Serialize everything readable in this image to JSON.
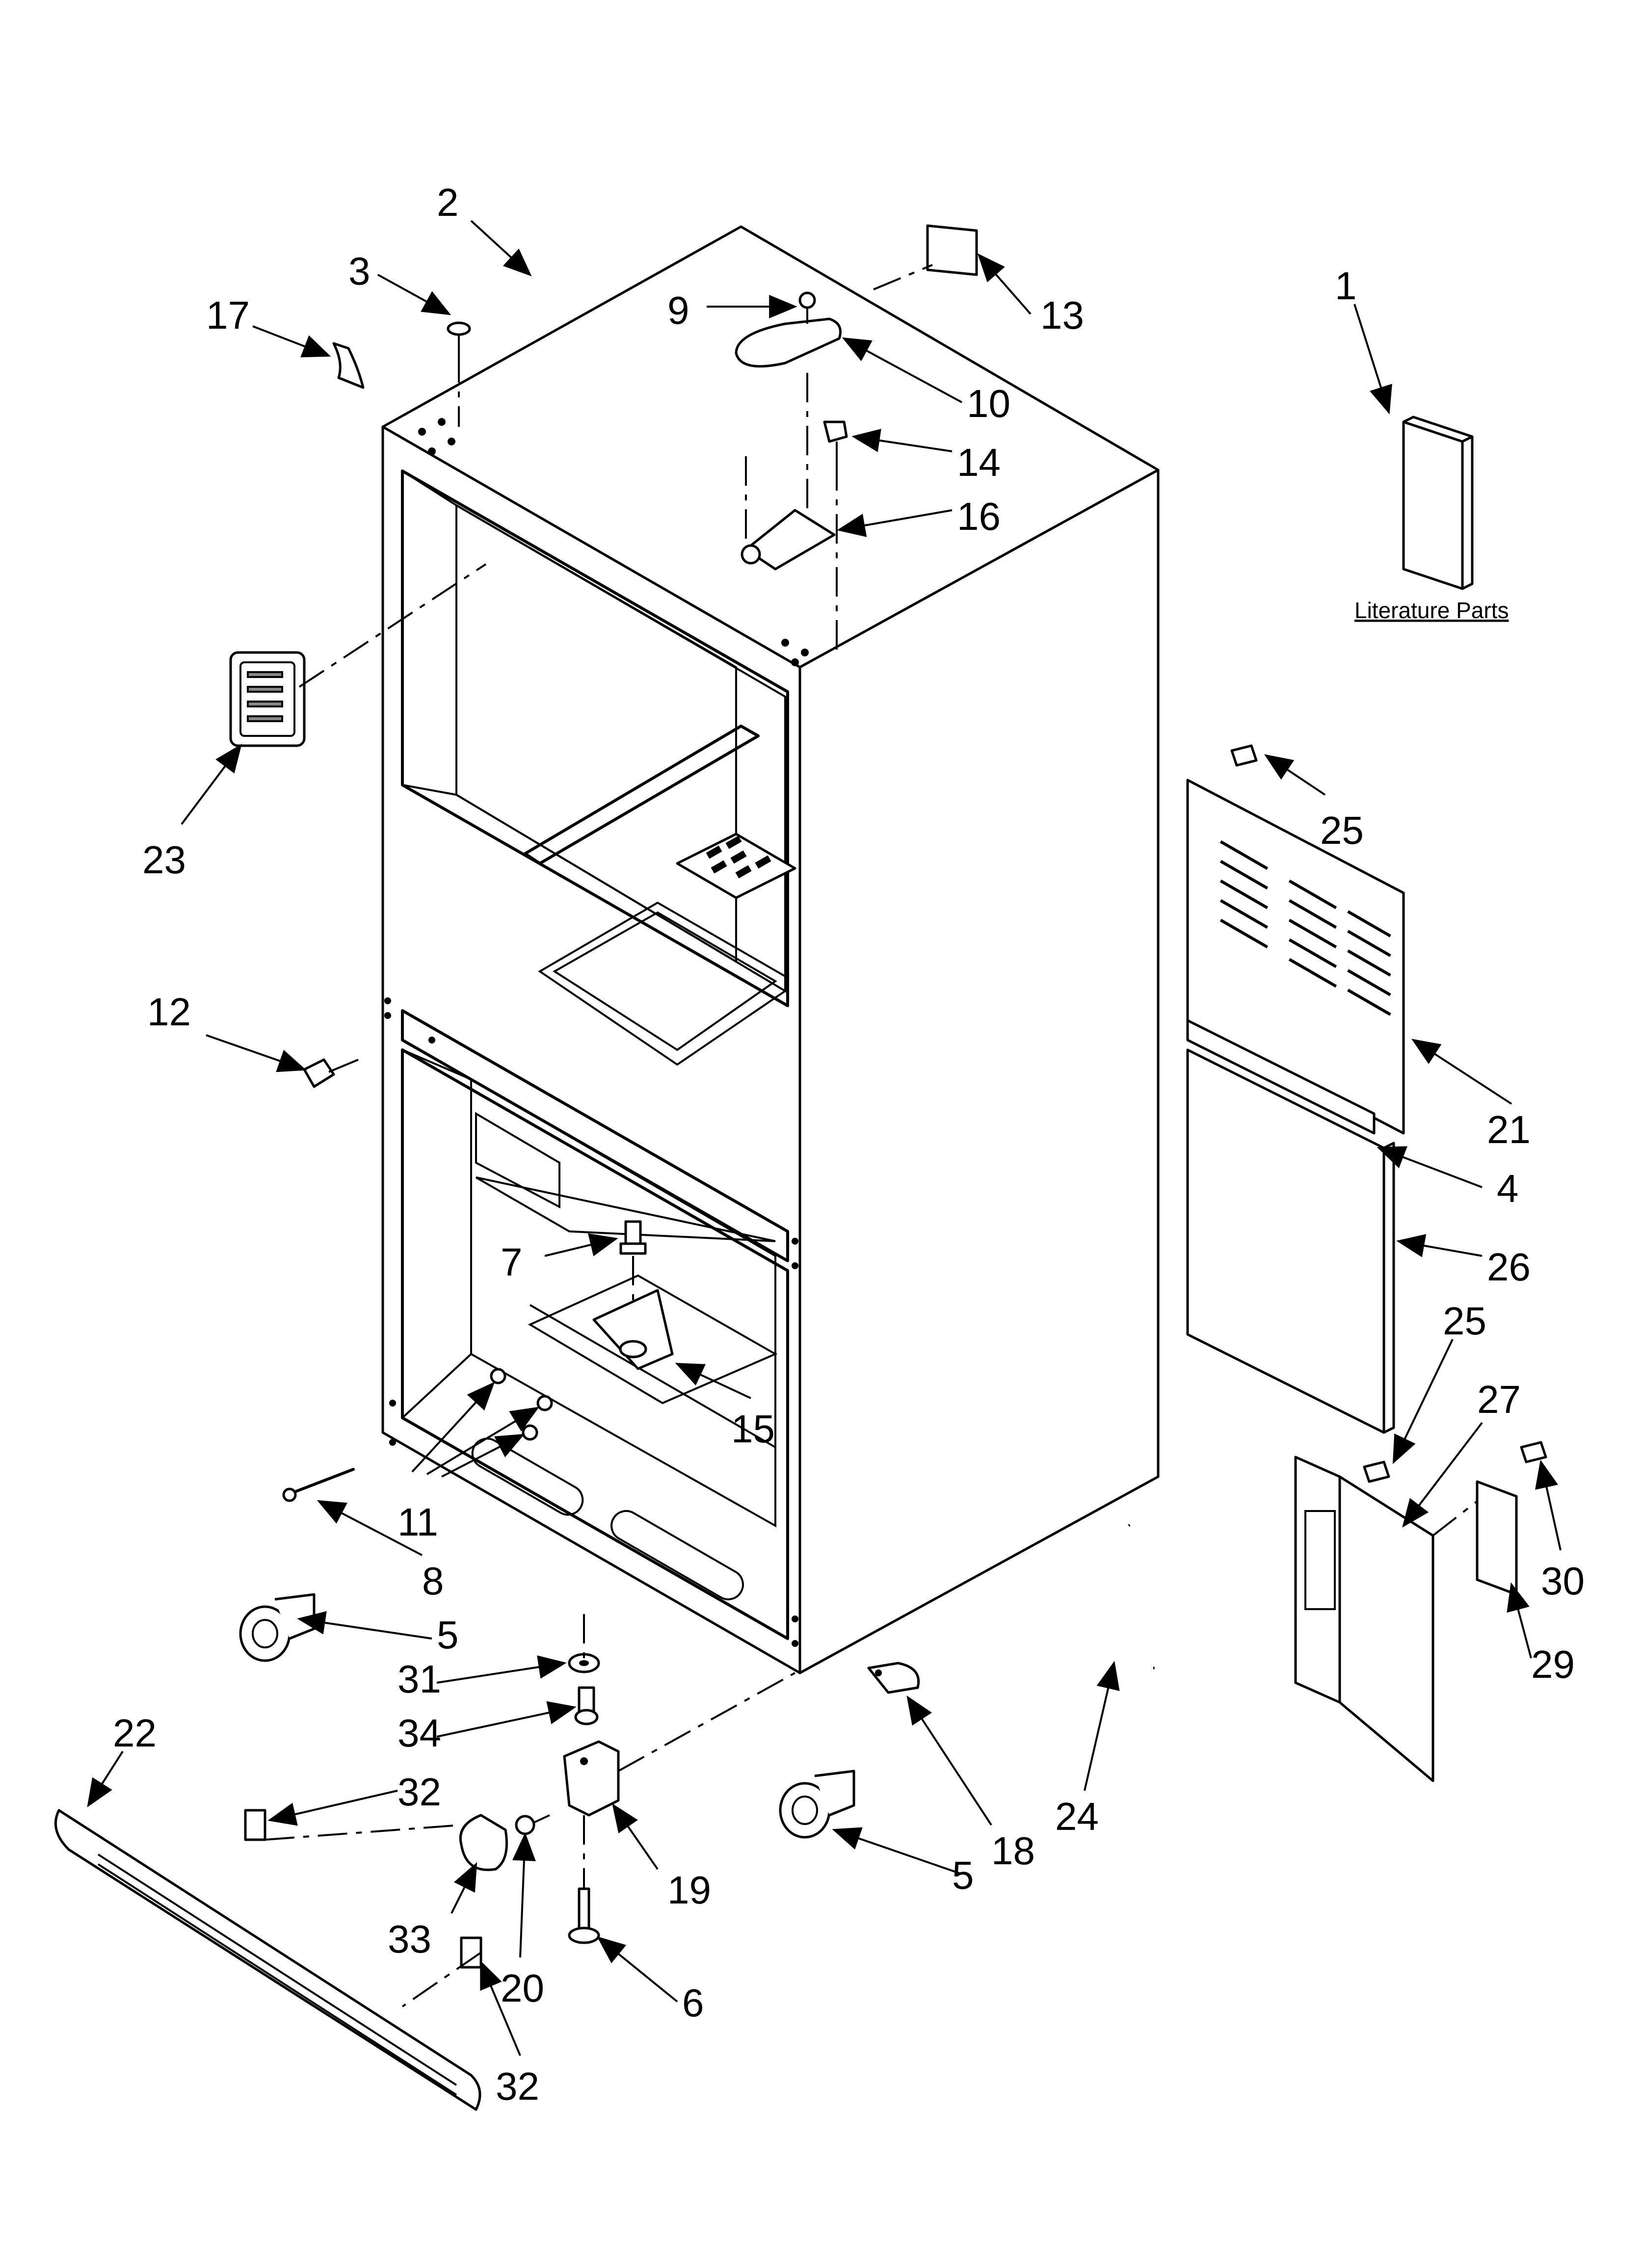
{
  "diagram": {
    "caption": "Literature Parts",
    "callouts": [
      {
        "id": "c1",
        "label": "1"
      },
      {
        "id": "c2",
        "label": "2"
      },
      {
        "id": "c3",
        "label": "3"
      },
      {
        "id": "c4",
        "label": "4"
      },
      {
        "id": "c5a",
        "label": "5"
      },
      {
        "id": "c5b",
        "label": "5"
      },
      {
        "id": "c6",
        "label": "6"
      },
      {
        "id": "c7",
        "label": "7"
      },
      {
        "id": "c8",
        "label": "8"
      },
      {
        "id": "c9",
        "label": "9"
      },
      {
        "id": "c10",
        "label": "10"
      },
      {
        "id": "c11",
        "label": "11"
      },
      {
        "id": "c12",
        "label": "12"
      },
      {
        "id": "c13",
        "label": "13"
      },
      {
        "id": "c14",
        "label": "14"
      },
      {
        "id": "c15",
        "label": "15"
      },
      {
        "id": "c16",
        "label": "16"
      },
      {
        "id": "c17",
        "label": "17"
      },
      {
        "id": "c18",
        "label": "18"
      },
      {
        "id": "c19",
        "label": "19"
      },
      {
        "id": "c20",
        "label": "20"
      },
      {
        "id": "c21",
        "label": "21"
      },
      {
        "id": "c22",
        "label": "22"
      },
      {
        "id": "c23",
        "label": "23"
      },
      {
        "id": "c24",
        "label": "24"
      },
      {
        "id": "c25a",
        "label": "25"
      },
      {
        "id": "c25b",
        "label": "25"
      },
      {
        "id": "c26",
        "label": "26"
      },
      {
        "id": "c27",
        "label": "27"
      },
      {
        "id": "c29",
        "label": "29"
      },
      {
        "id": "c30",
        "label": "30"
      },
      {
        "id": "c31",
        "label": "31"
      },
      {
        "id": "c32a",
        "label": "32"
      },
      {
        "id": "c32b",
        "label": "32"
      },
      {
        "id": "c33",
        "label": "33"
      },
      {
        "id": "c34",
        "label": "34"
      }
    ]
  }
}
